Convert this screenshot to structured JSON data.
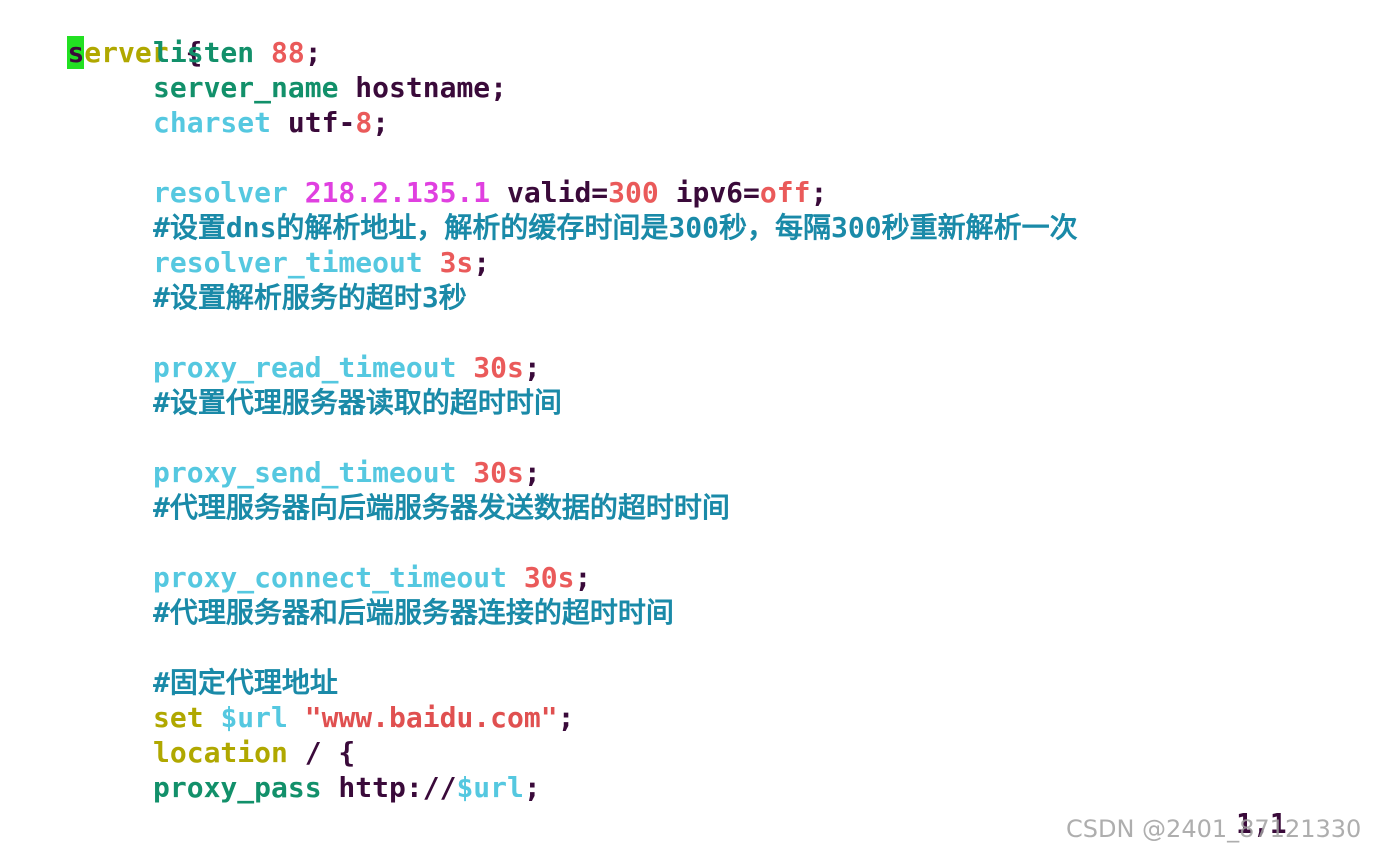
{
  "editor": {
    "lines": [
      {
        "segments": [
          [
            "",
            "server"
          ],
          [
            "k-dark",
            " {"
          ]
        ]
      },
      {
        "segments": [
          [
            "k-green",
            "listen"
          ],
          [
            "k-dark",
            " "
          ],
          [
            "k-num",
            "88"
          ],
          [
            "k-dark",
            ";"
          ]
        ]
      },
      {
        "segments": [
          [
            "k-green",
            "server_name"
          ],
          [
            "k-dark",
            " hostname;"
          ]
        ]
      },
      {
        "segments": [
          [
            "k-cyan",
            "charset"
          ],
          [
            "k-dark",
            " utf-"
          ],
          [
            "k-num",
            "8"
          ],
          [
            "k-dark",
            ";"
          ]
        ]
      },
      {
        "segments": []
      },
      {
        "segments": [
          [
            "k-cyan",
            "resolver"
          ],
          [
            "k-dark",
            " "
          ],
          [
            "k-mag",
            "218.2.135.1"
          ],
          [
            "k-dark",
            " valid="
          ],
          [
            "k-num",
            "300"
          ],
          [
            "k-dark",
            " ipv6="
          ],
          [
            "k-num",
            "off"
          ],
          [
            "k-dark",
            ";"
          ]
        ]
      },
      {
        "segments": [
          [
            "k-comment",
            "#设置dns的解析地址，解析的缓存时间是300秒，每隔300秒重新解析一次"
          ]
        ]
      },
      {
        "segments": [
          [
            "k-cyan",
            "resolver_timeout"
          ],
          [
            "k-dark",
            " "
          ],
          [
            "k-num",
            "3s"
          ],
          [
            "k-dark",
            ";"
          ]
        ]
      },
      {
        "segments": [
          [
            "k-comment",
            "#设置解析服务的超时3秒"
          ]
        ]
      },
      {
        "segments": []
      },
      {
        "segments": [
          [
            "k-cyan",
            "proxy_read_timeout"
          ],
          [
            "k-dark",
            " "
          ],
          [
            "k-num",
            "30s"
          ],
          [
            "k-dark",
            ";"
          ]
        ]
      },
      {
        "segments": [
          [
            "k-comment",
            "#设置代理服务器读取的超时时间"
          ]
        ]
      },
      {
        "segments": []
      },
      {
        "segments": [
          [
            "k-cyan",
            "proxy_send_timeout"
          ],
          [
            "k-dark",
            " "
          ],
          [
            "k-num",
            "30s"
          ],
          [
            "k-dark",
            ";"
          ]
        ]
      },
      {
        "segments": [
          [
            "k-comment",
            "#代理服务器向后端服务器发送数据的超时时间"
          ]
        ]
      },
      {
        "segments": []
      },
      {
        "segments": [
          [
            "k-cyan",
            "proxy_connect_timeout"
          ],
          [
            "k-dark",
            " "
          ],
          [
            "k-num",
            "30s"
          ],
          [
            "k-dark",
            ";"
          ]
        ]
      },
      {
        "segments": [
          [
            "k-comment",
            "#代理服务器和后端服务器连接的超时时间"
          ]
        ]
      },
      {
        "segments": []
      },
      {
        "segments": [
          [
            "k-comment",
            "#固定代理地址"
          ]
        ]
      },
      {
        "segments": [
          [
            "k-olive",
            "set"
          ],
          [
            "k-dark",
            " "
          ],
          [
            "k-cyan",
            "$url"
          ],
          [
            "k-dark",
            " "
          ],
          [
            "k-str",
            "\"www.baidu.com\""
          ],
          [
            "k-dark",
            ";"
          ]
        ]
      },
      {
        "segments": [
          [
            "k-olive",
            "location"
          ],
          [
            "k-dark",
            " / {"
          ]
        ]
      },
      {
        "segments": [
          [
            "k-green",
            "proxy_pass"
          ],
          [
            "k-dark",
            " http://"
          ],
          [
            "k-cyan",
            "$url"
          ],
          [
            "k-dark",
            ";"
          ]
        ]
      }
    ],
    "cursor_char": "s",
    "first_line_rest": "erver",
    "first_line_brace": " {"
  },
  "status": {
    "position": "1,1"
  },
  "watermark": {
    "text": "CSDN @2401_87121330"
  }
}
